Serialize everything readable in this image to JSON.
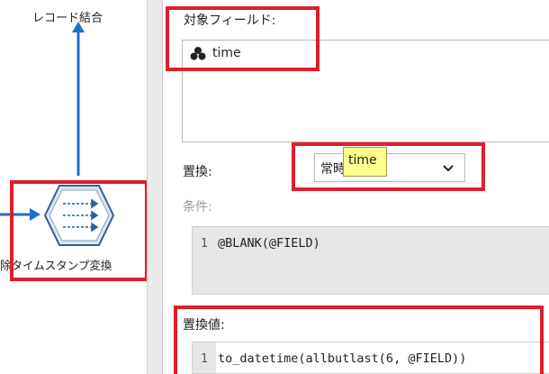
{
  "canvas": {
    "top_node_label": "レコード結合",
    "bottom_node_label": "除タイムスタンプ変換"
  },
  "form": {
    "target_fields_label": "対象フィールド:",
    "target_fields": [
      {
        "name": "time",
        "icon": "nominal-field-icon"
      }
    ],
    "replace_label": "置換:",
    "replace_select_value": "常時",
    "replace_tooltip": "time",
    "condition_label": "条件:",
    "condition_line_number": "1",
    "condition_code": "@BLANK(@FIELD)",
    "replace_value_label": "置換値:",
    "replace_value_line_number": "1",
    "replace_value_code": "to_datetime(allbutlast(6, @FIELD))"
  },
  "colors": {
    "highlight": "#e01e2b",
    "connector": "#1f6fce",
    "node_icon": "#2f5fa3",
    "tooltip_bg": "#ffff8c"
  }
}
